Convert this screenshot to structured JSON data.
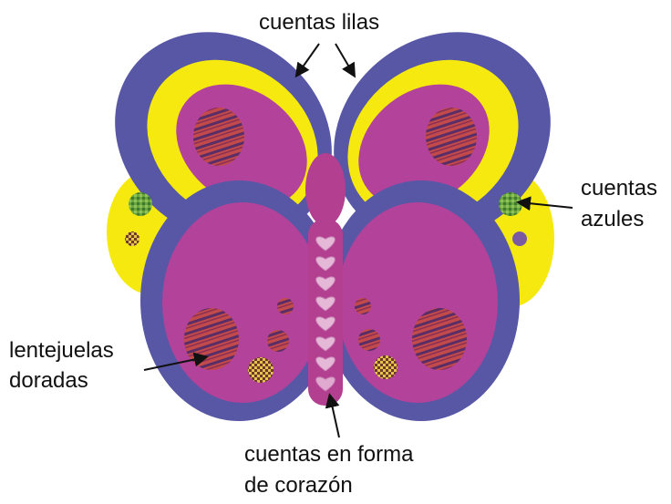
{
  "colors": {
    "outline_blue": "#5757a6",
    "yellow": "#f5e90f",
    "magenta": "#b2429a",
    "body": "#b23f8f",
    "heart": "#e6b8d8",
    "heart_stroke": "#c780b4",
    "sequin_base": "#c24a4a",
    "sequin_stripe": "#5a2d66",
    "bead_green": "#5c9a3a",
    "arrow": "#111111"
  },
  "labels": {
    "cuentas_lilas": "cuentas lilas",
    "cuentas_azules_line1": "cuentas",
    "cuentas_azules_line2": "azules",
    "lentejuelas_line1": "lentejuelas",
    "lentejuelas_line2": "doradas",
    "corazon_line1": "cuentas en forma",
    "corazon_line2": "de corazón"
  }
}
